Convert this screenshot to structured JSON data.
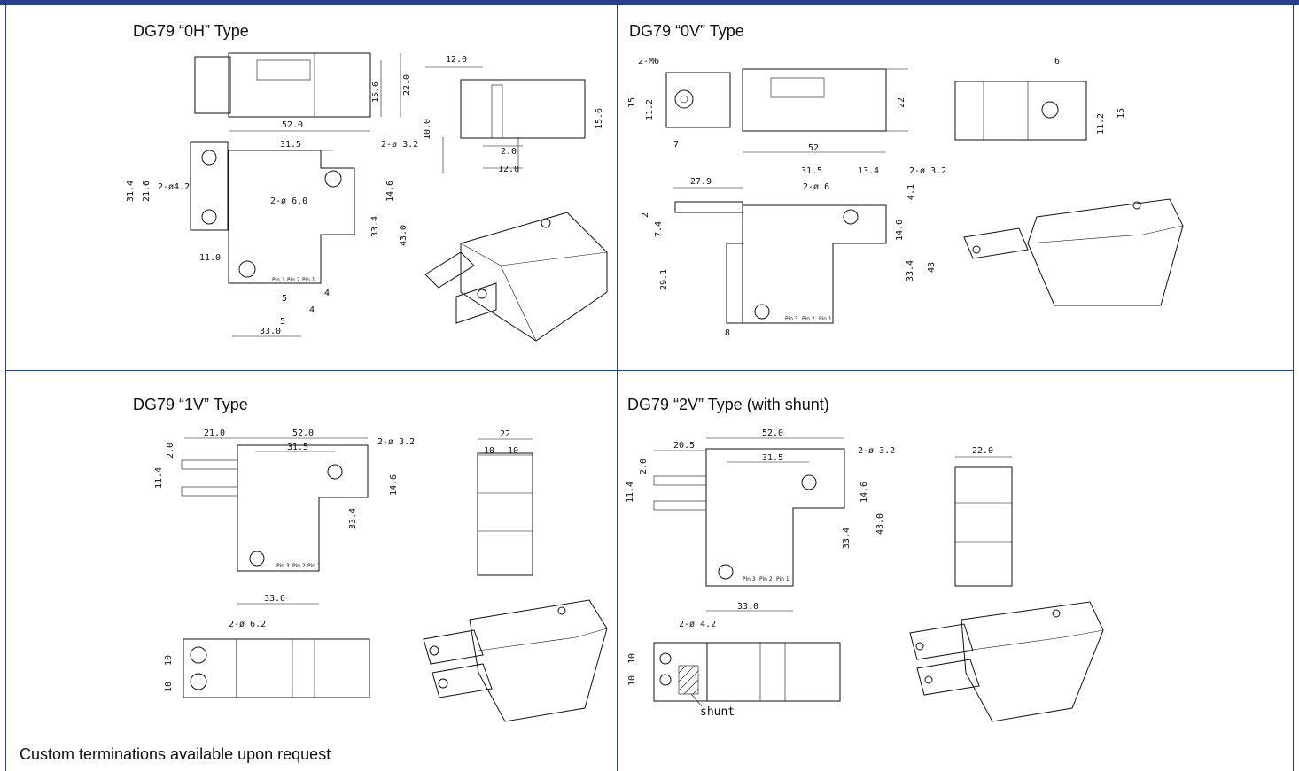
{
  "panels": {
    "p0h": {
      "title": "DG79 “0H” Type"
    },
    "p0v": {
      "title": "DG79 “0V” Type"
    },
    "p1v": {
      "title": "DG79 “1V” Type"
    },
    "p2v": {
      "title": "DG79 “2V” Type (with shunt)"
    }
  },
  "footnote": "Custom terminations available upon request",
  "pins": {
    "p3": "Pin 3",
    "p2": "Pin 2",
    "p1": "Pin 1"
  },
  "dims_0h": {
    "a": "15.6",
    "b": "22.0",
    "c": "12.0",
    "d": "10.0",
    "e": "15.6",
    "f": "2.0",
    "g": "12.0",
    "h": "52.0",
    "i": "31.5",
    "j": "2-ø 3.2",
    "k": "2-ø4.2",
    "l": "2-ø 6.0",
    "m": "31.4",
    "n": "21.6",
    "o": "14.6",
    "p": "33.4",
    "q": "43.0",
    "r": "11.0",
    "s": "5",
    "t": "4",
    "u": "5",
    "v": "4",
    "w": "33.0"
  },
  "dims_0v": {
    "a": "2-M6",
    "b": "15",
    "c": "11.2",
    "d": "7",
    "e": "22",
    "f": "6",
    "g": "11.2",
    "h": "15",
    "i": "52",
    "j": "31.5",
    "k": "13.4",
    "l": "2-ø 3.2",
    "m": "2-ø 6",
    "n": "27.9",
    "o": "2",
    "p": "7.4",
    "q": "4.1",
    "r": "14.6",
    "s": "29.1",
    "t": "33.4",
    "u": "43",
    "v": "8"
  },
  "dims_1v": {
    "a": "21.0",
    "b": "52.0",
    "c": "31.5",
    "d": "2-ø 3.2",
    "e": "2.0",
    "f": "11.4",
    "g": "14.6",
    "h": "33.4",
    "i": "33.0",
    "j": "22",
    "k": "10",
    "l": "10",
    "m": "2-ø 6.2",
    "n": "10",
    "o": "10"
  },
  "dims_2v": {
    "a": "20.5",
    "b": "52.0",
    "c": "31.5",
    "d": "2-ø 3.2",
    "e": "2.0",
    "f": "11.4",
    "g": "14.6",
    "h": "43.0",
    "i": "33.4",
    "j": "33.0",
    "k": "22.0",
    "l": "2-ø 4.2",
    "m": "10",
    "n": "10",
    "o": "shunt"
  }
}
